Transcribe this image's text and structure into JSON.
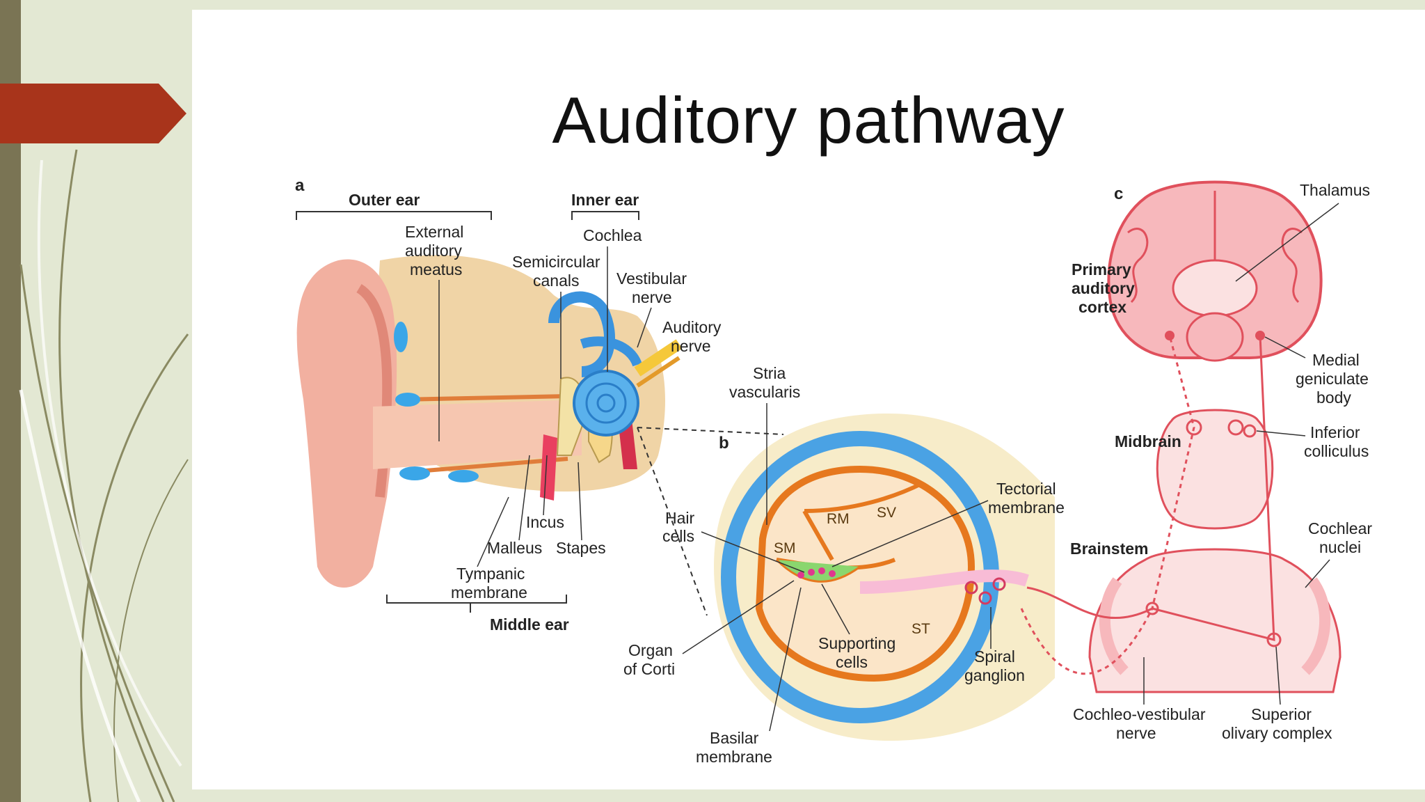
{
  "title": "Auditory pathway",
  "colors": {
    "accent_arrow": "#a8341b",
    "left_bar": "#7a7454",
    "slide_bg": "#ffffff",
    "page_bg": "#e3e8d3"
  },
  "panels": {
    "a": "a",
    "b": "b",
    "c": "c"
  },
  "ear": {
    "outer_ear": "Outer ear",
    "inner_ear": "Inner ear",
    "middle_ear": "Middle ear",
    "eam_1": "External",
    "eam_2": "auditory",
    "eam_3": "meatus",
    "cochlea": "Cochlea",
    "semi_1": "Semicircular",
    "semi_2": "canals",
    "vest_1": "Vestibular",
    "vest_2": "nerve",
    "aud_1": "Auditory",
    "aud_2": "nerve",
    "incus": "Incus",
    "malleus": "Malleus",
    "stapes": "Stapes",
    "tymp_1": "Tympanic",
    "tymp_2": "membrane"
  },
  "cochlea_section": {
    "stria_1": "Stria",
    "stria_2": "vascularis",
    "tect_1": "Tectorial",
    "tect_2": "membrane",
    "hair_1": "Hair",
    "hair_2": "cells",
    "rm": "RM",
    "sv": "SV",
    "sm": "SM",
    "st": "ST",
    "organ_1": "Organ",
    "organ_2": "of Corti",
    "support_1": "Supporting",
    "support_2": "cells",
    "spiral_1": "Spiral",
    "spiral_2": "ganglion",
    "basilar_1": "Basilar",
    "basilar_2": "membrane"
  },
  "brain": {
    "thalamus": "Thalamus",
    "pac_1": "Primary",
    "pac_2": "auditory",
    "pac_3": "cortex",
    "mgb_1": "Medial",
    "mgb_2": "geniculate",
    "mgb_3": "body",
    "midbrain": "Midbrain",
    "ic_1": "Inferior",
    "ic_2": "colliculus",
    "brainstem": "Brainstem",
    "cn_1": "Cochlear",
    "cn_2": "nuclei",
    "cvn_1": "Cochleo-vestibular",
    "cvn_2": "nerve",
    "soc_1": "Superior",
    "soc_2": "olivary complex"
  }
}
